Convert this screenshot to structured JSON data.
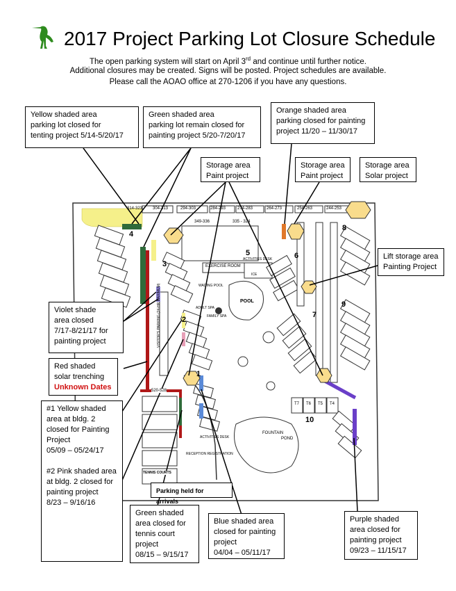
{
  "header": {
    "title": "2017 Project Parking Lot Closure Schedule",
    "line1_pre": "The open parking system will start on April 3",
    "line1_sup": "rd",
    "line1_post": " and continue until further notice.",
    "line2": "Additional closures may be created.  Signs will be posted.  Project schedules are available.",
    "line3": "Please call the AOAO office at 270-1206 if you have any questions."
  },
  "callouts": {
    "yellow": [
      "Yellow shaded area",
      "parking lot closed for",
      "tenting project 5/14-5/20/17"
    ],
    "green_top": [
      "Green shaded area",
      "parking lot remain closed for",
      "painting project 5/20-7/20/17"
    ],
    "orange": [
      "Orange shaded area",
      "parking closed for painting",
      "project    11/20 – 11/30/17"
    ],
    "storage_left": [
      "Storage area",
      "Paint project"
    ],
    "storage_mid": [
      "Storage area",
      "Paint project"
    ],
    "storage_solar": [
      "Storage area",
      "Solar project"
    ],
    "lift": [
      "Lift storage area",
      "Painting Project"
    ],
    "violet": [
      "Violet shade",
      "area closed",
      "7/17-8/21/17 for",
      "painting project"
    ],
    "red": [
      "Red shaded",
      "solar trenching"
    ],
    "red_unknown": "Unknown Dates",
    "bldg2_yellow": [
      "#1 Yellow shaded",
      "area  at bldg. 2",
      "closed for Painting",
      "Project",
      "05/09 – 05/24/17"
    ],
    "bldg2_pink": [
      "#2 Pink shaded area",
      "at bldg. 2 closed for",
      "painting project",
      "8/23 – 9/16/16"
    ],
    "parking_held": "Parking held for arrivals",
    "green_bottom": [
      "Green shaded",
      "area closed for",
      "tennis court",
      "project",
      "08/15 – 9/15/17"
    ],
    "blue": [
      "Blue shaded area",
      "closed for painting",
      "project",
      "04/04 – 05/11/17"
    ],
    "purple": [
      "Purple shaded",
      "area  closed for",
      "painting project",
      "09/23 – 11/15/17"
    ]
  },
  "map": {
    "buildings": [
      "4",
      "3",
      "2",
      "1",
      "5",
      "6",
      "7",
      "8",
      "9",
      "10"
    ],
    "stall_ranges": [
      "314-323",
      "304-313",
      "294-303",
      "284-293",
      "274-283",
      "264-273",
      "254-263",
      "244-253",
      "335 - 324",
      "349-336"
    ],
    "places": {
      "exercise": "EXERCISE ROOM",
      "activities_top": "ACTIVITIES DESK",
      "wading": "WADING POOL",
      "pool": "POOL",
      "adult_spa": "ADULT SPA",
      "family_spa": "FAMILY SPA",
      "fountain": "FOUNTAIN",
      "pond": "POND",
      "activities_bottom": "ACTIVITIES DESK",
      "reception": "RECEPTION REGISTRATION",
      "tennis": "TENNIS COURTS",
      "ice": "ICE",
      "lot_528": "520-528",
      "visitor": "VISITOR'S PARKING (24-HR MAXIMUM)"
    },
    "units_bldg10": [
      "T7",
      "T6",
      "T5",
      "T4"
    ]
  },
  "colors": {
    "logo": "#2e8b1e",
    "yellow_area": "#f5f08a",
    "green_area": "#2f6b3a",
    "orange_area": "#e0782a",
    "violet_area": "#8f86d8",
    "red_area": "#b01818",
    "purple_area": "#6a3fc8",
    "blue_area": "#5a8ad8",
    "storage_fill": "#f9dc8c"
  }
}
